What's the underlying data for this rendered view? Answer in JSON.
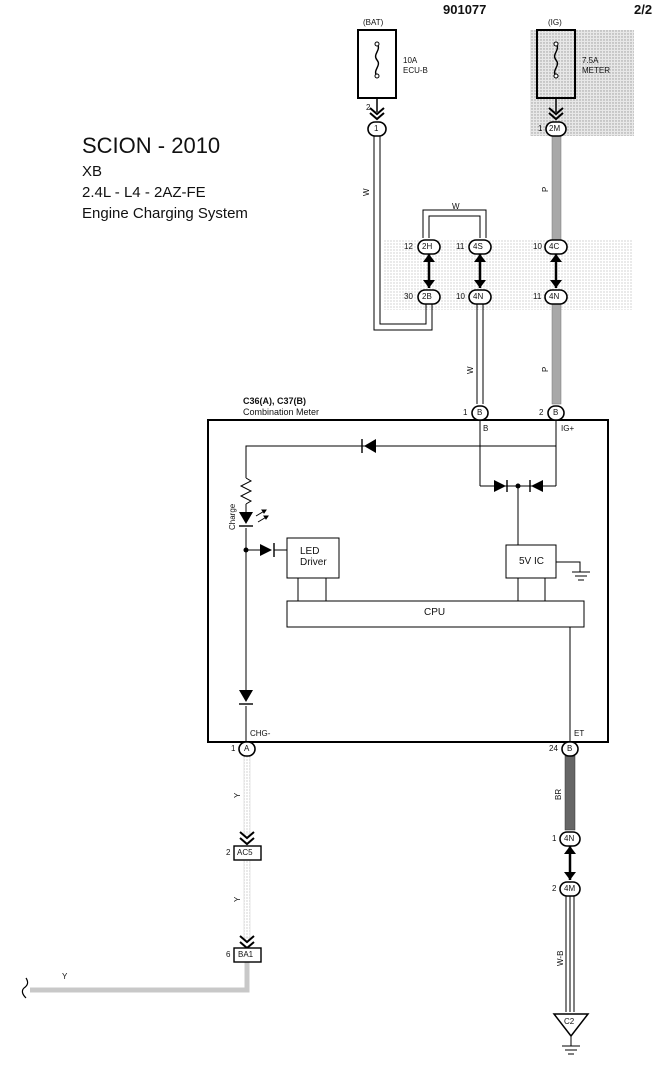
{
  "page": {
    "doc_number": "901077",
    "page_num": "2/2"
  },
  "vehicle": {
    "make_year": "SCION - 2010",
    "model": "XB",
    "engine": "2.4L - L4 - 2AZ-FE",
    "system": "Engine Charging System"
  },
  "fuses": {
    "bat": {
      "source": "(BAT)",
      "rating": "10A",
      "name": "ECU-B"
    },
    "ig": {
      "source": "(IG)",
      "rating": "7.5A",
      "name": "METER"
    }
  },
  "connectors": {
    "c1": {
      "pin": "2",
      "id": "1"
    },
    "c2m": {
      "pin": "1",
      "id": "2M"
    },
    "c2h": {
      "pin": "12",
      "id": "2H"
    },
    "c4s": {
      "pin": "11",
      "id": "4S"
    },
    "c4c": {
      "pin": "10",
      "id": "4C"
    },
    "c2b": {
      "pin": "30",
      "id": "2B"
    },
    "c4n_a": {
      "pin": "10",
      "id": "4N"
    },
    "c4n_b": {
      "pin": "11",
      "id": "4N"
    },
    "meter_b1": {
      "pin": "1",
      "id": "B"
    },
    "meter_b2": {
      "pin": "2",
      "id": "B"
    },
    "meter_a1": {
      "pin": "1",
      "id": "A"
    },
    "meter_b24": {
      "pin": "24",
      "id": "B"
    },
    "ac5": {
      "pin": "2",
      "id": "AC5"
    },
    "ba1": {
      "pin": "6",
      "id": "BA1"
    },
    "c4n_c": {
      "pin": "1",
      "id": "4N"
    },
    "c4m": {
      "pin": "2",
      "id": "4M"
    }
  },
  "wires": {
    "w1": "W",
    "w2": "W",
    "w3": "W",
    "p1": "P",
    "p2": "P",
    "y1": "Y",
    "y2": "Y",
    "y3": "Y",
    "br": "BR",
    "wb": "W-B"
  },
  "meter": {
    "connectors_label": "C36(A), C37(B)",
    "name": "Combination Meter",
    "term_b": "B",
    "term_ig": "IG+",
    "term_chg": "CHG-",
    "term_et": "ET",
    "charge_label": "Charge",
    "led_driver": "LED Driver",
    "ic": "5V IC",
    "cpu": "CPU"
  },
  "ground": {
    "id": "C2"
  },
  "colors": {
    "pink_wire": "#9a9a9a",
    "yellow_wire": "#d6d6d6",
    "brown_wire": "#6e6e6e",
    "shade": "#d9d9d9"
  }
}
